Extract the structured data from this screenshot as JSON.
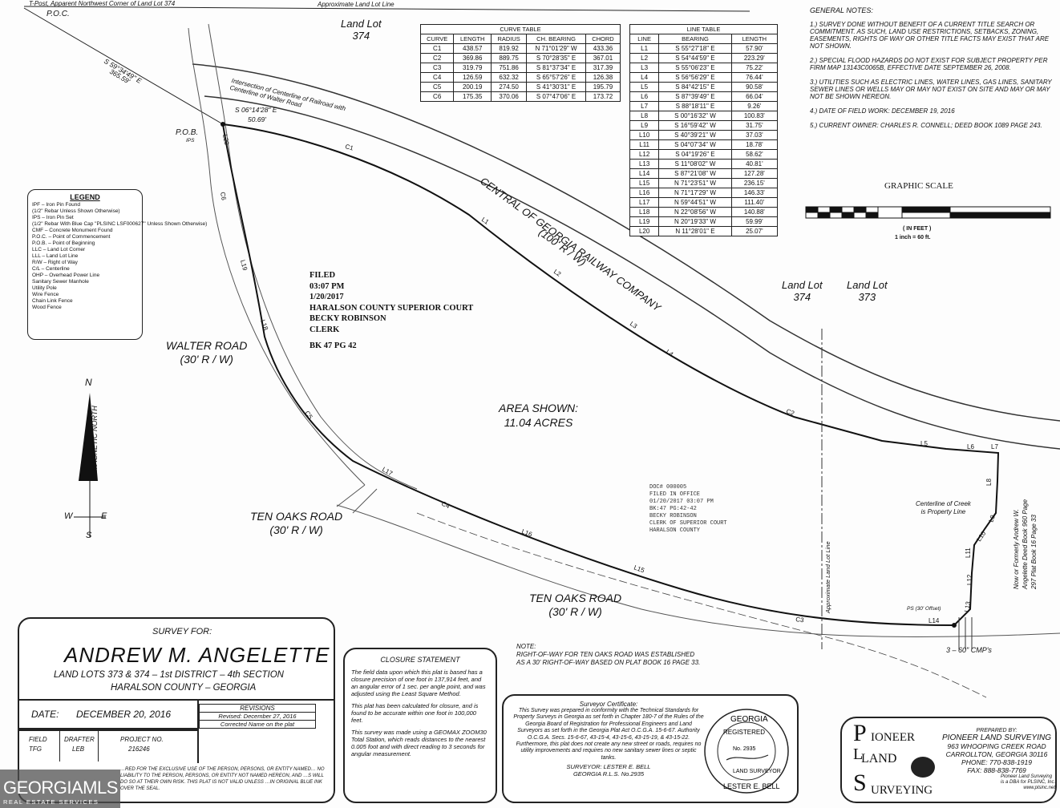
{
  "top": {
    "tpost_note": "T-Post, Apparent Northwest Corner of Land Lot 374",
    "poc": "P.O.C.",
    "ll_line": "Approximate Land Lot Line",
    "bearing1": "S 59°34'49\" E",
    "dist1": "365.59'",
    "intersection": "Intersection of Centerline of Railroad with Centerline of Walter Road",
    "bearing2": "S 06°14'28\" E",
    "dist2": "50.69'",
    "pob": "P.O.B.",
    "ips": "IPS"
  },
  "land_lots": {
    "ll374_label": "Land Lot",
    "ll374_num": "374",
    "ll374b_label": "Land Lot",
    "ll374b_num": "374",
    "ll373_label": "Land Lot",
    "ll373_num": "373"
  },
  "curve_table": {
    "title": "CURVE TABLE",
    "headers": [
      "CURVE",
      "LENGTH",
      "RADIUS",
      "CH. BEARING",
      "CHORD"
    ],
    "rows": [
      [
        "C1",
        "438.57",
        "819.92",
        "N 71°01'29\" W",
        "433.36"
      ],
      [
        "C2",
        "369.86",
        "889.75",
        "S 70°28'35\" E",
        "367.01"
      ],
      [
        "C3",
        "319.79",
        "751.86",
        "S 81°37'34\" E",
        "317.39"
      ],
      [
        "C4",
        "126.59",
        "632.32",
        "S 65°57'26\" E",
        "126.38"
      ],
      [
        "C5",
        "200.19",
        "274.50",
        "S 41°30'31\" E",
        "195.79"
      ],
      [
        "C6",
        "175.35",
        "370.06",
        "S 07°47'06\" E",
        "173.72"
      ]
    ]
  },
  "line_table": {
    "title": "LINE TABLE",
    "headers": [
      "LINE",
      "BEARING",
      "LENGTH"
    ],
    "rows": [
      [
        "L1",
        "S 55°27'18\" E",
        "57.90'"
      ],
      [
        "L2",
        "S 54°44'59\" E",
        "223.29'"
      ],
      [
        "L3",
        "S 55°06'23\" E",
        "75.22'"
      ],
      [
        "L4",
        "S 56°56'29\" E",
        "76.44'"
      ],
      [
        "L5",
        "S 84°42'15\" E",
        "90.58'"
      ],
      [
        "L6",
        "S 87°39'49\" E",
        "66.04'"
      ],
      [
        "L7",
        "S 88°18'11\" E",
        "9.26'"
      ],
      [
        "L8",
        "S 00°16'32\" W",
        "100.83'"
      ],
      [
        "L9",
        "S 16°59'42\" W",
        "31.75'"
      ],
      [
        "L10",
        "S 40°39'21\" W",
        "37.03'"
      ],
      [
        "L11",
        "S 04°07'34\" W",
        "18.78'"
      ],
      [
        "L12",
        "S 04°19'26\" E",
        "58.62'"
      ],
      [
        "L13",
        "S 11°08'02\" W",
        "40.81'"
      ],
      [
        "L14",
        "S 87°21'08\" W",
        "127.28'"
      ],
      [
        "L15",
        "N 71°23'51\" W",
        "236.15'"
      ],
      [
        "L16",
        "N 71°17'29\" W",
        "146.33'"
      ],
      [
        "L17",
        "N 59°44'51\" W",
        "111.40'"
      ],
      [
        "L18",
        "N 22°08'56\" W",
        "140.88'"
      ],
      [
        "L19",
        "N 20°19'33\" W",
        "59.99'"
      ],
      [
        "L20",
        "N 11°28'01\" E",
        "25.07'"
      ]
    ]
  },
  "notes": {
    "title": "GENERAL NOTES:",
    "items": [
      "1.) SURVEY DONE WITHOUT BENEFIT OF A CURRENT TITLE SEARCH OR COMMITMENT. AS SUCH, LAND USE RESTRICTIONS, SETBACKS, ZONING, EASEMENTS, RIGHTS OF WAY OR OTHER TITLE FACTS MAY EXIST THAT ARE NOT SHOWN.",
      "2.) SPECIAL FLOOD HAZARDS DO NOT EXIST FOR SUBJECT PROPERTY PER FIRM MAP 13143C0065B, EFFECTIVE DATE SEPTEMBER 26, 2008.",
      "3.) UTILITIES SUCH AS ELECTRIC LINES, WATER LINES, GAS LINES, SANITARY SEWER LINES OR WELLS MAY OR MAY NOT EXIST ON SITE AND MAY OR MAY NOT BE SHOWN HEREON.",
      "4.) DATE OF FIELD WORK: DECEMBER 19, 2016",
      "5.) CURRENT OWNER: CHARLES R. CONNELL; DEED BOOK 1089 PAGE 243."
    ]
  },
  "scale": {
    "title": "GRAPHIC SCALE",
    "unit": "( IN FEET )",
    "ratio": "1 inch = 60 ft."
  },
  "legend": {
    "title": "LEGEND",
    "items": [
      "IPF – Iron Pin Found",
      "(1/2\" Rebar Unless Shown Otherwise)",
      "IPS – Iron Pin Set",
      "(1/2\" Rebar With Blue Cap \"PLSINC LSF000627\" Unless Shown Otherwise)",
      "CMF – Concrete Monument Found",
      "P.O.C. – Point of Commencement",
      "P.O.B. – Point of Beginning",
      "LLC – Land Lot Corner",
      "LLL – Land Lot Line",
      "R/W – Right of Way",
      "C/L – Centerline",
      "OHP – Overhead Power Line",
      "Sanitary Sewer Manhole",
      "Utility Pole",
      "Wire Fence",
      "Chain Link Fence",
      "Wood Fence"
    ]
  },
  "filed": {
    "l1": "FILED",
    "l2": "03:07 PM",
    "l3": "1/20/2017",
    "l4": "HARALSON COUNTY SUPERIOR COURT",
    "l5": "BECKY ROBINSON",
    "l6": "CLERK",
    "l7": "BK 47    PG 42"
  },
  "stamp2": {
    "l1": "DOC# 000005",
    "l2": "FILED IN OFFICE",
    "l3": "01/20/2017  03:07 PM",
    "l4": "BK:47  PG:42-42",
    "l5": "BECKY ROBINSON",
    "l6": "CLERK OF SUPERIOR COURT",
    "l7": "HARALSON COUNTY"
  },
  "map_labels": {
    "railway1": "CENTRAL OF GEORGIA RAILWAY COMPANY",
    "railway2": "(100' R / W)",
    "walter1": "WALTER ROAD",
    "walter2": "(30' R / W)",
    "tenoaks1": "TEN OAKS ROAD",
    "tenoaks2": "(30' R / W)",
    "tenoaksb1": "TEN OAKS ROAD",
    "tenoaksb2": "(30' R / W)",
    "area1": "AREA SHOWN:",
    "area2": "11.04 ACRES",
    "creek1": "Centerline of Creek",
    "creek2": "is Property Line",
    "ll_line_v": "Approximate Land Lot Line",
    "adjoiner": "Now or Formerly Andrew W. Angelette Deed Book 960 Page 297 Plat Book 16 Page 33",
    "ps_offset": "PS (30' Offset)",
    "cmp": "3 – 60\" CMP's",
    "magnetic": "MAGNETIC NORTH",
    "n": "N",
    "s": "S",
    "w": "W",
    "e": "E",
    "row_note1": "NOTE:",
    "row_note2": "RIGHT-OF-WAY FOR TEN OAKS ROAD WAS ESTABLISHED",
    "row_note3": "AS A 30' RIGHT-OF-WAY BASED ON PLAT BOOK 16 PAGE 33."
  },
  "title_block": {
    "survey_for": "SURVEY FOR:",
    "name": "ANDREW M. ANGELETTE",
    "lots": "LAND LOTS 373 & 374 – 1st DISTRICT – 4th SECTION",
    "county": "HARALSON COUNTY – GEORGIA",
    "date_label": "DATE:",
    "date": "DECEMBER 20, 2016",
    "revisions_label": "REVISIONS",
    "rev1": "Revised: December 27, 2016",
    "rev2": "Corrected Name on the plat",
    "field_label": "FIELD",
    "field": "TFG",
    "drafter_label": "DRAFTER",
    "drafter": "LEB",
    "project_label": "PROJECT NO.",
    "project": "216246",
    "disclaimer": "…RED FOR THE EXCLUSIVE USE OF THE PERSON, PERSONS, OR ENTITY NAMED… NO LIABILITY TO THE PERSON, PERSONS, OR ENTITY NOT NAMED HEREON, AND …S WILL DO SO AT THEIR OWN RISK. THIS PLAT IS NOT VALID UNLESS …IN ORIGINAL BLUE INK OVER THE SEAL."
  },
  "closure": {
    "title": "CLOSURE STATEMENT",
    "p1": "The field data upon which this plat is based has a closure precision of one foot in 137,914 feet, and an angular error of 1 sec. per angle point, and was adjusted using the Least Square Method.",
    "p2": "This plat has been calculated for closure, and is found to be accurate within one foot in 100,000 feet.",
    "p3": "This survey was made using a GEOMAX ZOOM30 Total Station, which reads distances to the nearest 0.005 foot and with direct reading to 3 seconds for angular measurement."
  },
  "certificate": {
    "title": "Surveyor Certificate:",
    "text": "This Survey was prepared in conformity with the Technical Standards for Property Surveys in Georgia as set forth in Chapter 180-7 of the Rules of the Georgia Board of Registration for Professional Engineers and Land Surveyors as set forth in the Georgia Plat Act O.C.G.A. 15-6-67. Authority O.C.G.A. Secs. 15-6-67, 43-15-4, 43-15-6, 43-15-19, & 43-15-22. Furthermore, this plat does not create any new street or roads, requires no utility improvements and requires no new sanitary sewer lines or septic tanks.",
    "surveyor": "SURVEYOR: LESTER E. BELL",
    "rls": "GEORGIA R.L.S. No.2935",
    "seal_top": "GEORGIA",
    "seal_reg": "REGISTERED",
    "seal_no": "No. 2935",
    "seal_bottom": "LESTER E. BELL",
    "seal_ls": "LAND SURVEYOR"
  },
  "company": {
    "logo1": "IONEER",
    "logo2": "LAND",
    "logo3": "URVEYING",
    "prepared_by": "PREPARED BY:",
    "name": "PIONEER LAND SURVEYING",
    "addr1": "963 WHOOPING CREEK ROAD",
    "addr2": "CARROLLTON, GEORGIA 30116",
    "phone": "PHONE: 770-838-1919",
    "fax": "FAX: 888-838-7769",
    "dba": "Pioneer Land Surveying is a DBA for PLSINC, Inc.",
    "web": "www.plsinc.net"
  },
  "watermark": {
    "name": "GEORGIAMLS",
    "sub": "REAL ESTATE SERVICES"
  }
}
